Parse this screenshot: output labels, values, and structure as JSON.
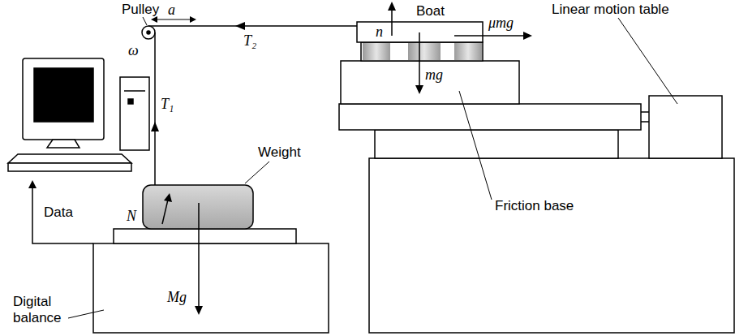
{
  "diagram": {
    "labels": [
      "Pulley",
      "a",
      "Boat",
      "Linear motion table",
      "n",
      "μmg",
      "ω",
      "T₂",
      "mg",
      "T₁",
      "Weight",
      "Data",
      "N",
      "Mg",
      "Friction base",
      "Digital balance"
    ]
  }
}
